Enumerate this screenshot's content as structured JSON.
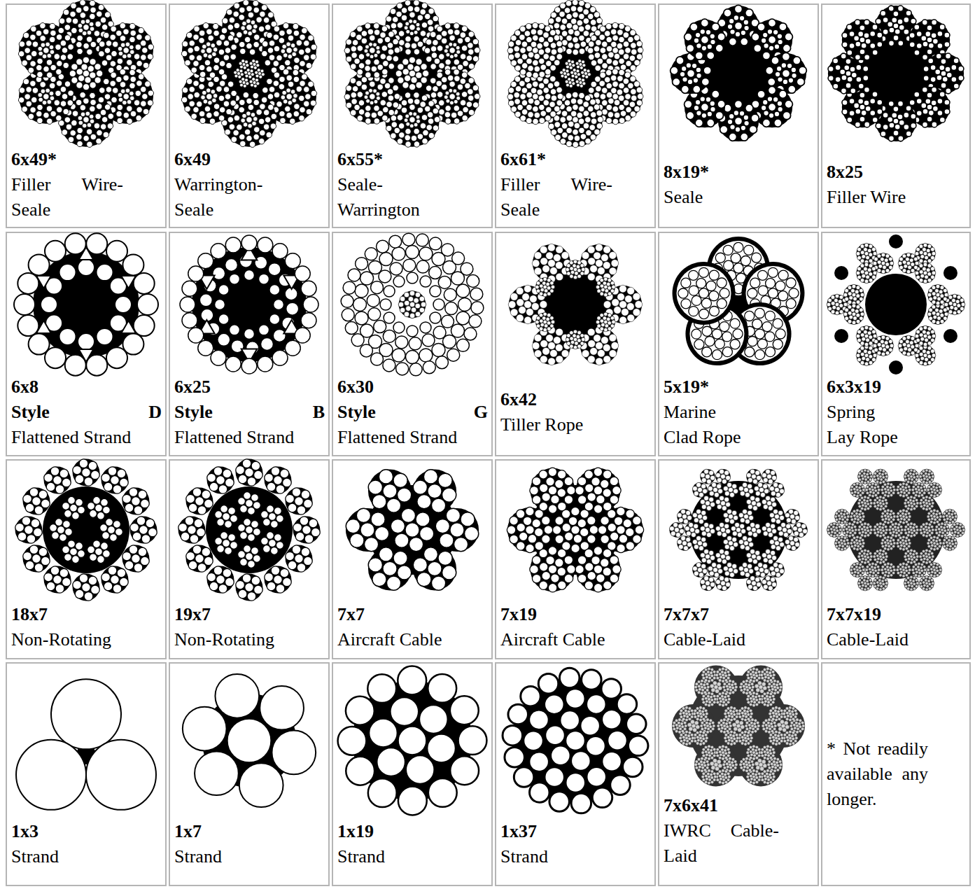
{
  "diagram": {
    "labels": [
      "6x49*",
      "Filler Wire-Seale",
      "6x49",
      "Warrington-Seale",
      "6x55*",
      "Seale-Warrington",
      "6x61*",
      "Filler Wire-Seale",
      "8x19*",
      "Seale",
      "8x25",
      "Filler Wire",
      "6x8",
      "Style D",
      "Flattened Strand",
      "6x25",
      "Style B",
      "Flattened Strand",
      "6x30",
      "Style G",
      "Flattened Strand",
      "6x42",
      "Tiller Rope",
      "5x19*",
      "Marine Clad Rope",
      "6x3x19",
      "Spring Lay Rope",
      "18x7",
      "Non-Rotating",
      "19x7",
      "Non-Rotating",
      "7x7",
      "Aircraft Cable",
      "7x19",
      "Aircraft Cable",
      "7x7x7",
      "Cable-Laid",
      "7x7x19",
      "Cable-Laid",
      "1x3",
      "Strand",
      "1x7",
      "Strand",
      "1x19",
      "Strand",
      "1x37",
      "Strand",
      "7x6x41",
      "IWRC Cable-Laid",
      "* Not readily available any longer."
    ]
  }
}
